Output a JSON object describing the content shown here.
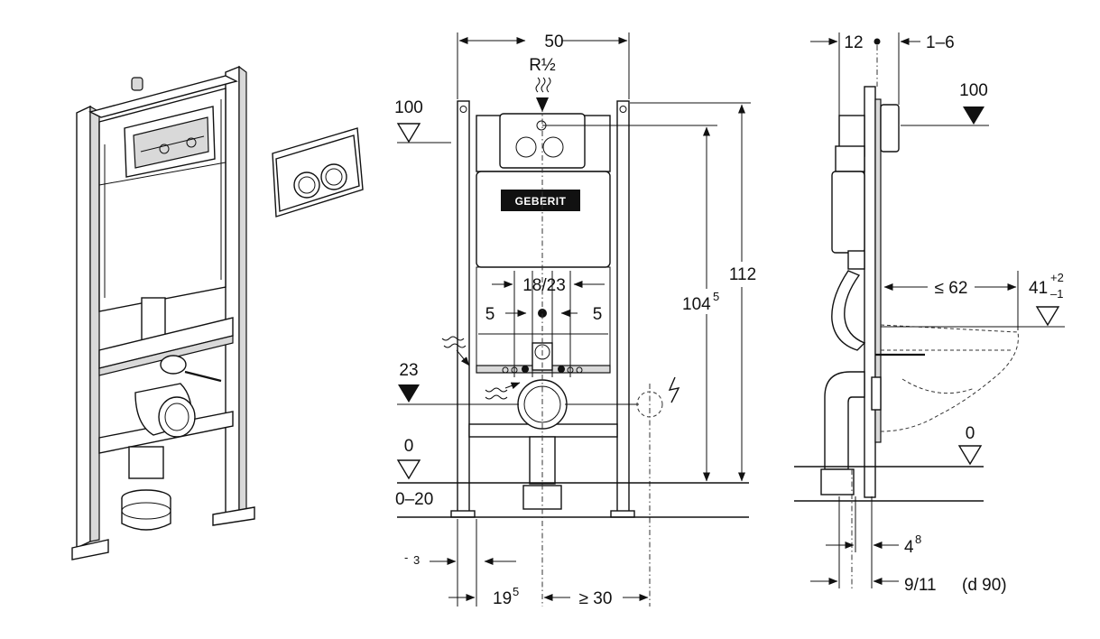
{
  "front": {
    "width": "50",
    "connection": "R½",
    "height_total": "112",
    "height_cistern": "104",
    "height_cistern_sup": "5",
    "level_top": "100",
    "level_mid": "23",
    "level_floor": "0",
    "floor_range": "0–20",
    "spacing": "18/23",
    "offset_left": "5",
    "offset_right": "5",
    "foot": "3",
    "foot_prefix": "-",
    "offset_bottom": "19",
    "offset_bottom_sup": "5",
    "offset_electric": "≥ 30",
    "brand": "GEBERIT"
  },
  "side": {
    "depth_top": "12",
    "depth_top_right": "1–6",
    "level_top": "100",
    "bowl_depth": "≤ 62",
    "bowl_height": "41",
    "bowl_height_tol_plus": "+2",
    "bowl_height_tol_minus": "–1",
    "level_floor": "0",
    "pipe_offset": "4",
    "pipe_offset_sup": "8",
    "pipe_size": "9/11",
    "pipe_diameter": "(d 90)"
  }
}
